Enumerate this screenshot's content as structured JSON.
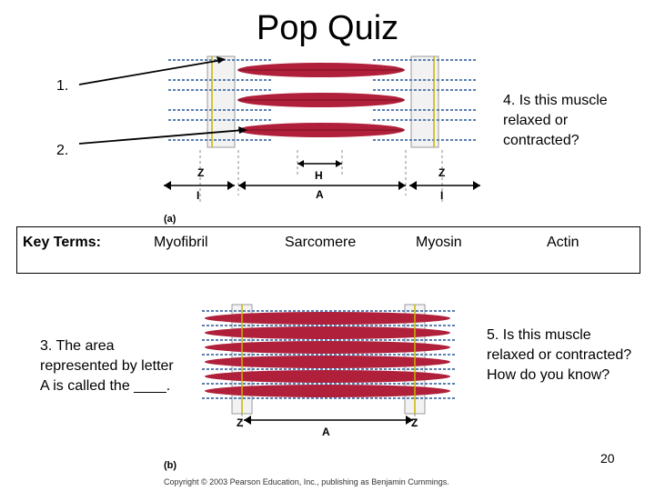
{
  "title": "Pop Quiz",
  "q1": "1.",
  "q2": "2.",
  "q3": "3. The area represented by letter A is called the ____.",
  "q4": "4. Is this muscle relaxed or contracted?",
  "q5": "5. Is this muscle relaxed or contracted? How do you know?",
  "key_terms": {
    "label": "Key Terms:",
    "terms": [
      "Myofibril",
      "Sarcomere",
      "Myosin",
      "Actin"
    ]
  },
  "figure_a": {
    "panel": "(a)",
    "z_left": "Z",
    "z_right": "Z",
    "h": "H",
    "a": "A",
    "i_left": "I",
    "i_right": "I"
  },
  "figure_b": {
    "panel": "(b)",
    "z_left": "Z",
    "z_right": "Z",
    "a": "A"
  },
  "slide_number": "20",
  "copyright": "Copyright © 2003 Pearson Education, Inc., publishing as Benjamin Cummings.",
  "colors": {
    "myosin": "#b0203a",
    "actin": "#5a7fb0",
    "zline": "#c8b400"
  }
}
